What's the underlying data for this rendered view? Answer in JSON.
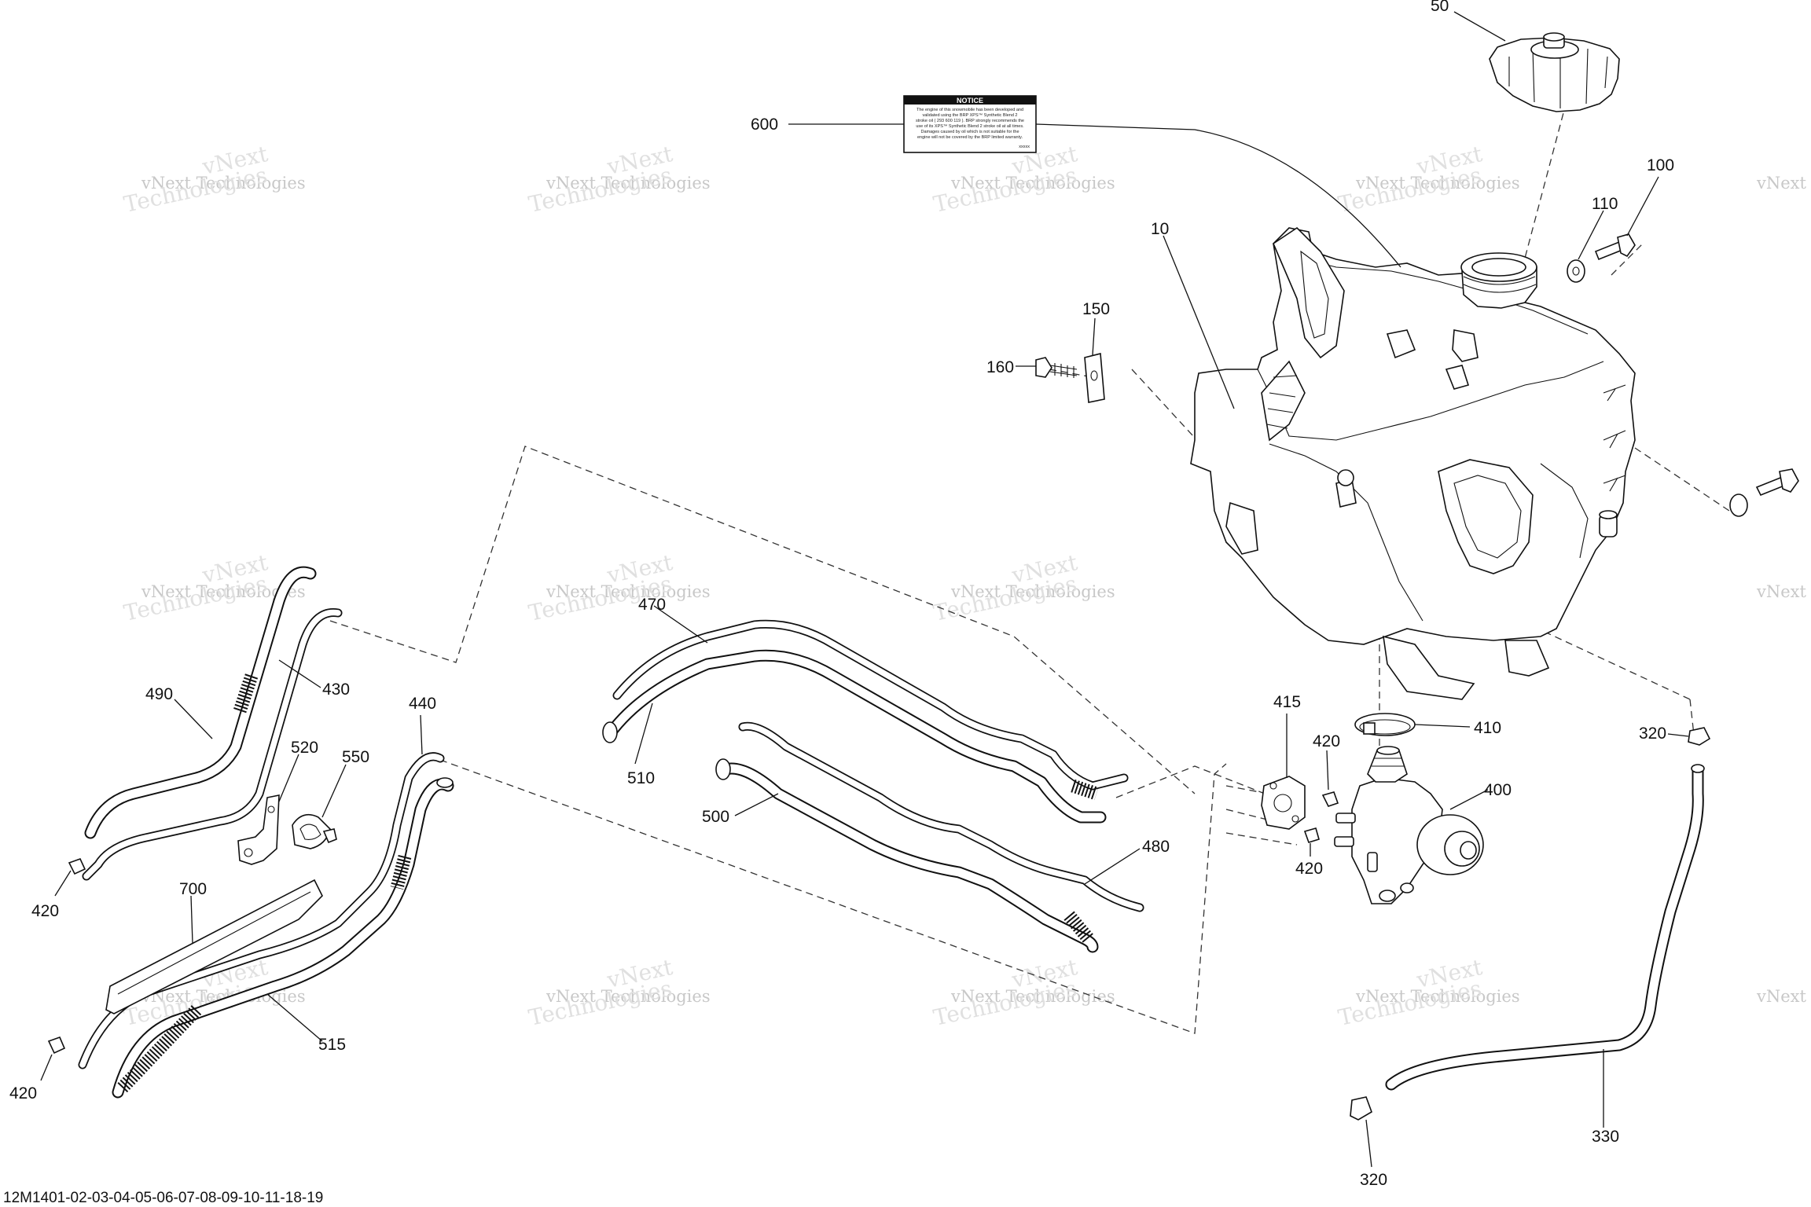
{
  "diagram": {
    "document_id": "12M1401-02-03-04-05-06-07-08-09-10-11-18-19",
    "watermark": {
      "line1": "vNext Technologies",
      "line2": "vNext",
      "line3": "Technologies"
    },
    "notice_label": {
      "heading": "NOTICE",
      "lines": [
        "The engine of this snowmobile has been developed and",
        "validated using the BRP XPS™ Synthetic Blend 2",
        "stroke oil ( 293 600 119 ). BRP strongly recommends the",
        "use of its XPS™ Synthetic Blend 2 stroke oil at all times.",
        "Damages caused by oil which is not suitable for the",
        "engine will not be covered by the BRP limited warranty.",
        "xxxxx"
      ]
    },
    "callouts": {
      "c10": "10",
      "c50": "50",
      "c100": "100",
      "c110": "110",
      "c150": "150",
      "c160": "160",
      "c320a": "320",
      "c320b": "320",
      "c330": "330",
      "c400": "400",
      "c410": "410",
      "c415": "415",
      "c420a": "420",
      "c420b": "420",
      "c420c": "420",
      "c420d": "420",
      "c430": "430",
      "c440": "440",
      "c470": "470",
      "c480": "480",
      "c490": "490",
      "c500": "500",
      "c510": "510",
      "c515": "515",
      "c520": "520",
      "c550": "550",
      "c600": "600",
      "c700": "700"
    }
  }
}
